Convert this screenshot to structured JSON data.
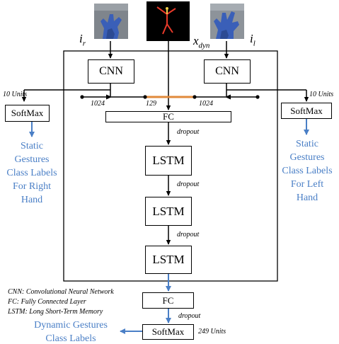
{
  "inputs": {
    "right_hand_label_main": "i",
    "right_hand_label_sub": "r",
    "skeleton_label_main": "x",
    "skeleton_label_sub": "dyn",
    "left_hand_label_main": "i",
    "left_hand_label_sub": "l"
  },
  "blocks": {
    "cnn_left": "CNN",
    "cnn_right": "CNN",
    "fc_inner": "FC",
    "lstm_1": "LSTM",
    "lstm_2": "LSTM",
    "lstm_3": "LSTM",
    "fc_outer": "FC",
    "softmax_left": "SoftMax",
    "softmax_right": "SoftMax",
    "softmax_bottom": "SoftMax"
  },
  "annotations": {
    "units_left": "10 Units",
    "units_right": "10 Units",
    "dim_left": "1024",
    "dim_mid": "129",
    "dim_right": "1024",
    "dropout_1": "dropout",
    "dropout_2": "dropout",
    "dropout_3": "dropout",
    "dropout_4": "dropout",
    "units_bottom": "249 Units"
  },
  "outputs": {
    "static_right": [
      "Static",
      "Gestures",
      "Class Labels",
      "For Right",
      "Hand"
    ],
    "static_left": [
      "Static",
      "Gestures",
      "Class Labels",
      "For Left",
      "Hand"
    ],
    "dynamic": [
      "Dynamic Gestures",
      "Class Labels"
    ]
  },
  "legend": {
    "cnn": "CNN: Convolutional Neural Network",
    "fc": "FC: Fully Connected Layer",
    "lstm": "LSTM: Long Short-Term Memory"
  },
  "colors": {
    "arrow_blue": "#4a7fc6",
    "concat_orange": "#e0893a",
    "glove_blue": "#3a5fb8",
    "skeleton_red": "#e83a2a"
  }
}
